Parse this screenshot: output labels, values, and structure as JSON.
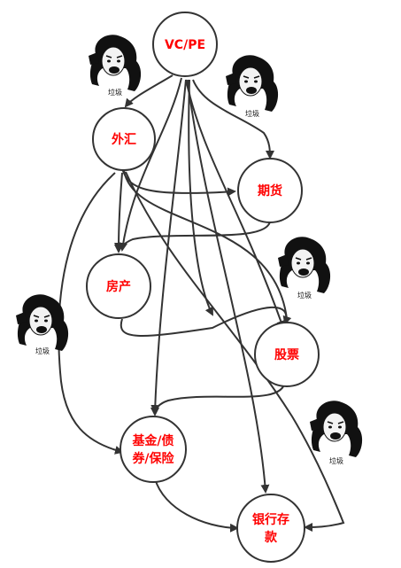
{
  "nodes": {
    "vcpe": {
      "label": "VC/PE"
    },
    "forex": {
      "label": "外汇"
    },
    "futures": {
      "label": "期货"
    },
    "realestate": {
      "label": "房产"
    },
    "stocks": {
      "label": "股票"
    },
    "funds": {
      "label_line1": "基金/债",
      "label_line2": "券/保险"
    },
    "deposit": {
      "label_line1": "银行存",
      "label_line2": "款"
    }
  },
  "memes": {
    "caption": "垃圾"
  },
  "colors": {
    "node_text": "#ff0000",
    "edge": "#333333",
    "background": "#ffffff"
  }
}
